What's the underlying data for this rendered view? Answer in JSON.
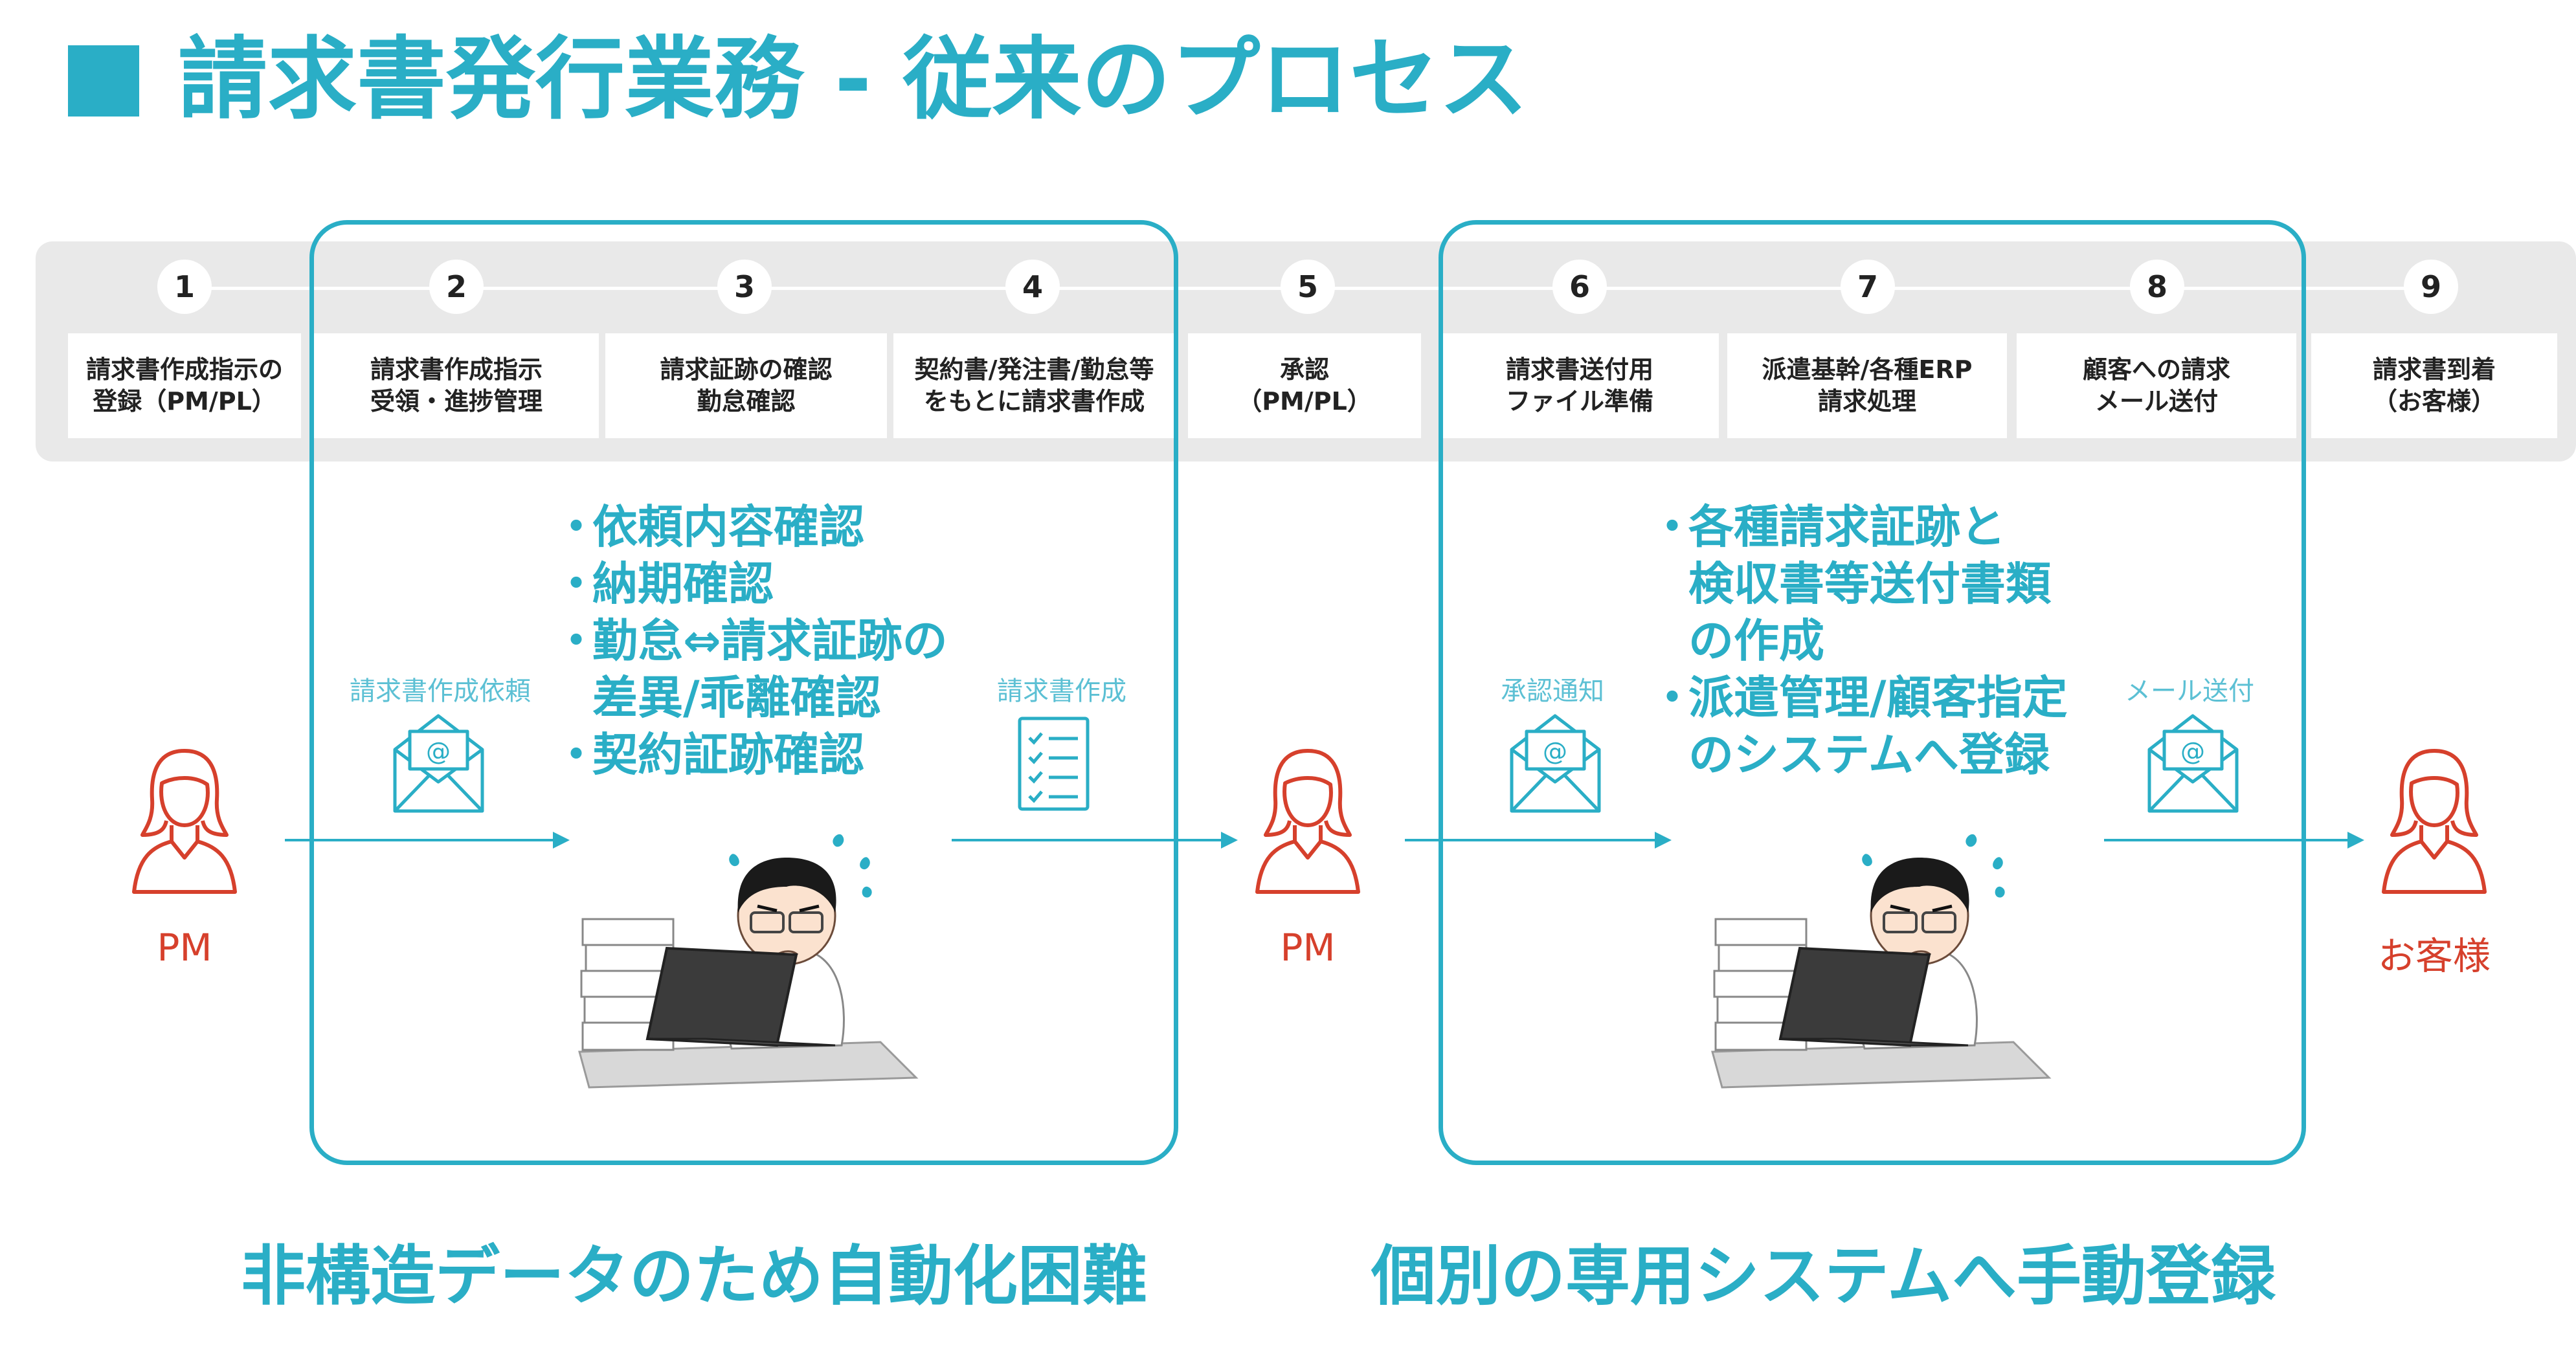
{
  "title": "請求書発行業務 - 従来のプロセス",
  "colors": {
    "accent": "#2aaec6",
    "person": "#d6402c",
    "band": "#e9e9e9"
  },
  "steps": [
    {
      "num": "1",
      "label": "請求書作成指示の\n登録（PM/PL）"
    },
    {
      "num": "2",
      "label": "請求書作成指示\n受領・進捗管理"
    },
    {
      "num": "3",
      "label": "請求証跡の確認\n勤怠確認"
    },
    {
      "num": "4",
      "label": "契約書/発注書/勤怠等\nをもとに請求書作成"
    },
    {
      "num": "5",
      "label": "承認\n（PM/PL）"
    },
    {
      "num": "6",
      "label": "請求書送付用\nファイル準備"
    },
    {
      "num": "7",
      "label": "派遣基幹/各種ERP\n請求処理"
    },
    {
      "num": "8",
      "label": "顧客への請求\nメール送付"
    },
    {
      "num": "9",
      "label": "請求書到着\n（お客様）"
    }
  ],
  "left_tasks": {
    "bullet": "・",
    "items": [
      {
        "lines": [
          "依頼内容確認"
        ]
      },
      {
        "lines": [
          "納期確認"
        ]
      },
      {
        "lines": [
          "勤怠⇔請求証跡の",
          "差異/乖離確認"
        ]
      },
      {
        "lines": [
          "契約証跡確認"
        ]
      }
    ]
  },
  "right_tasks": {
    "bullet": "・",
    "items": [
      {
        "lines": [
          "各種請求証跡と",
          "検収書等送付書類",
          "の作成"
        ]
      },
      {
        "lines": [
          "派遣管理/顧客指定",
          "のシステムへ登録"
        ]
      }
    ]
  },
  "flow": {
    "actor_1": "PM",
    "actor_2": "PM",
    "actor_3": "お客様",
    "label_request": "請求書作成依頼",
    "label_create": "請求書作成",
    "label_approval": "承認通知",
    "label_mail": "メール送付",
    "icons": [
      "person-icon",
      "envelope-icon",
      "checklist-icon",
      "worker-illustration"
    ]
  },
  "bottom": {
    "left": "非構造データのため自動化困難",
    "right": "個別の専用システムへ手動登録"
  }
}
